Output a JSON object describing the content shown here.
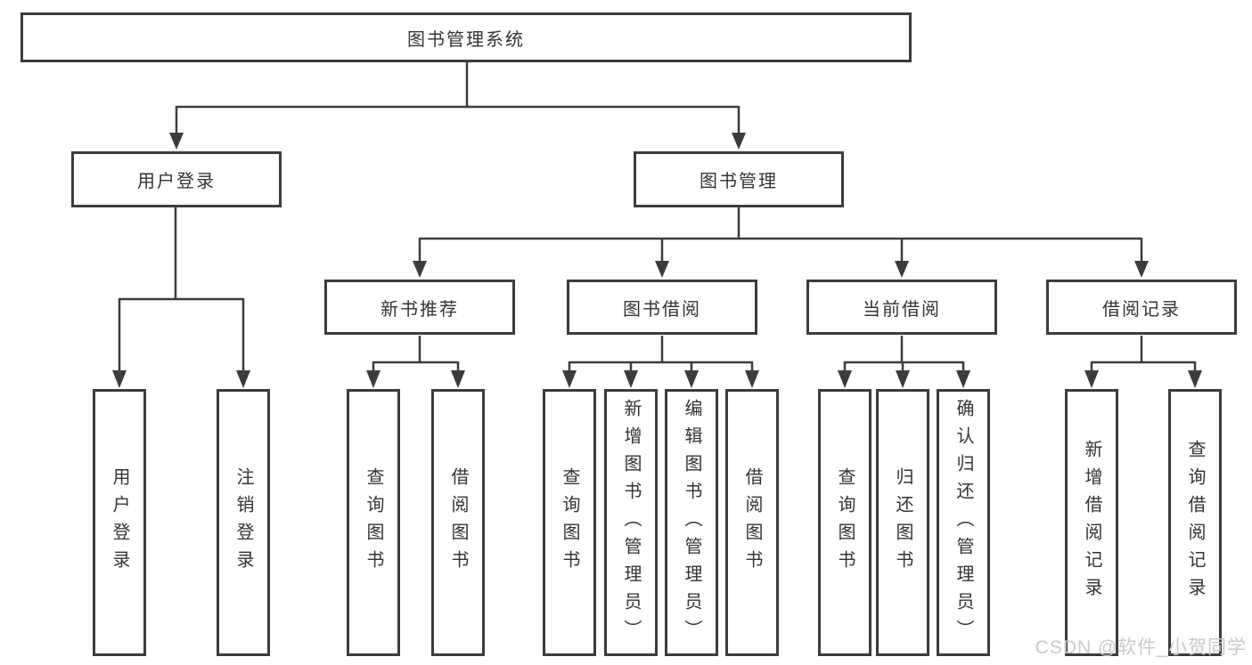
{
  "tree": {
    "root": {
      "label": "图书管理系统"
    },
    "children": [
      {
        "label": "用户登录",
        "children": [
          {
            "label": "用户登录"
          },
          {
            "label": "注销登录"
          }
        ]
      },
      {
        "label": "图书管理",
        "children": [
          {
            "label": "新书推荐",
            "children": [
              {
                "label": "查询图书"
              },
              {
                "label": "借阅图书"
              }
            ]
          },
          {
            "label": "图书借阅",
            "children": [
              {
                "label": "查询图书"
              },
              {
                "label": "新增图书（管理员）"
              },
              {
                "label": "编辑图书（管理员）"
              },
              {
                "label": "借阅图书"
              }
            ]
          },
          {
            "label": "当前借阅",
            "children": [
              {
                "label": "查询图书"
              },
              {
                "label": "归还图书"
              },
              {
                "label": "确认归还（管理员）"
              }
            ]
          },
          {
            "label": "借阅记录",
            "children": [
              {
                "label": "新增借阅记录"
              },
              {
                "label": "查询借阅记录"
              }
            ]
          }
        ]
      }
    ]
  },
  "watermark": "CSDN @软件_小贺同学",
  "colors": {
    "line": "#3c3c3c",
    "border": "#3c3c3c",
    "text": "#333333",
    "watermark": "#c9c9c9",
    "background": "#ffffff"
  }
}
